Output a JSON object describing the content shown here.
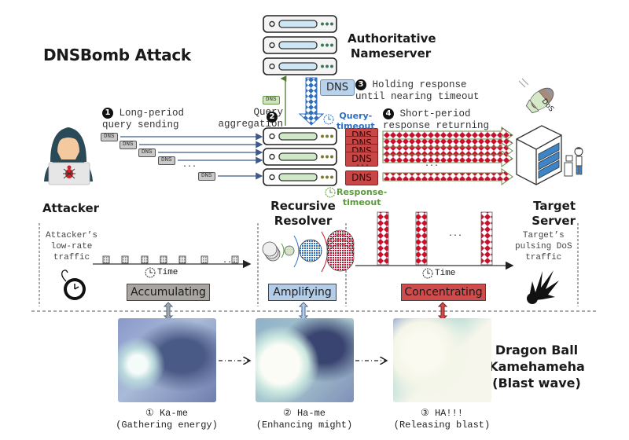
{
  "title": "DNSBomb Attack",
  "entities": {
    "authoritative": "Authoritative\nNameserver",
    "attacker": "Attacker",
    "resolver": "Recursive\nResolver",
    "target": "Target\nServer",
    "analogy": "Dragon Ball\nKamehameha\n(Blast wave)"
  },
  "steps": [
    {
      "num": "1",
      "text": "Long-period\nquery sending"
    },
    {
      "num": "2",
      "text": "Query\naggregation"
    },
    {
      "num": "3",
      "text": "Holding response\nuntil nearing timeout"
    },
    {
      "num": "4",
      "text": "Short-period\nresponse returning"
    }
  ],
  "packets": {
    "dns_label": "DNS",
    "ellipsis": "..."
  },
  "timeouts": {
    "query": "Query-\ntimeout",
    "response": "Response-\ntimeout"
  },
  "traffic": {
    "attacker_traffic": "Attacker’s\nlow-rate\ntraffic",
    "target_traffic": "Target’s\npulsing DoS\ntraffic",
    "time_label": "Time"
  },
  "phases": [
    {
      "label": "Accumulating",
      "color": "#a9a6a2"
    },
    {
      "label": "Amplifying",
      "color": "#b3cce8"
    },
    {
      "label": "Concentrating",
      "color": "#d04c4c"
    }
  ],
  "stages": [
    {
      "num": "①",
      "title": "Ka-me",
      "subtitle": "(Gathering energy)"
    },
    {
      "num": "②",
      "title": "Ha-me",
      "subtitle": "(Enhancing might)"
    },
    {
      "num": "③",
      "title": "HA!!!",
      "subtitle": "(Releasing blast)"
    }
  ],
  "icons": {
    "bomb_label": "DoS"
  },
  "colors": {
    "query_arrow": "#3d5a8a",
    "auth_server_fill": "#cde6f3",
    "resolver_server_fill": "#cfe8c8",
    "response_red": "#c8102e",
    "response_outline": "#6b8f4e",
    "timeout_blue": "#2e6fc0",
    "timeout_green": "#5a9a3a"
  }
}
